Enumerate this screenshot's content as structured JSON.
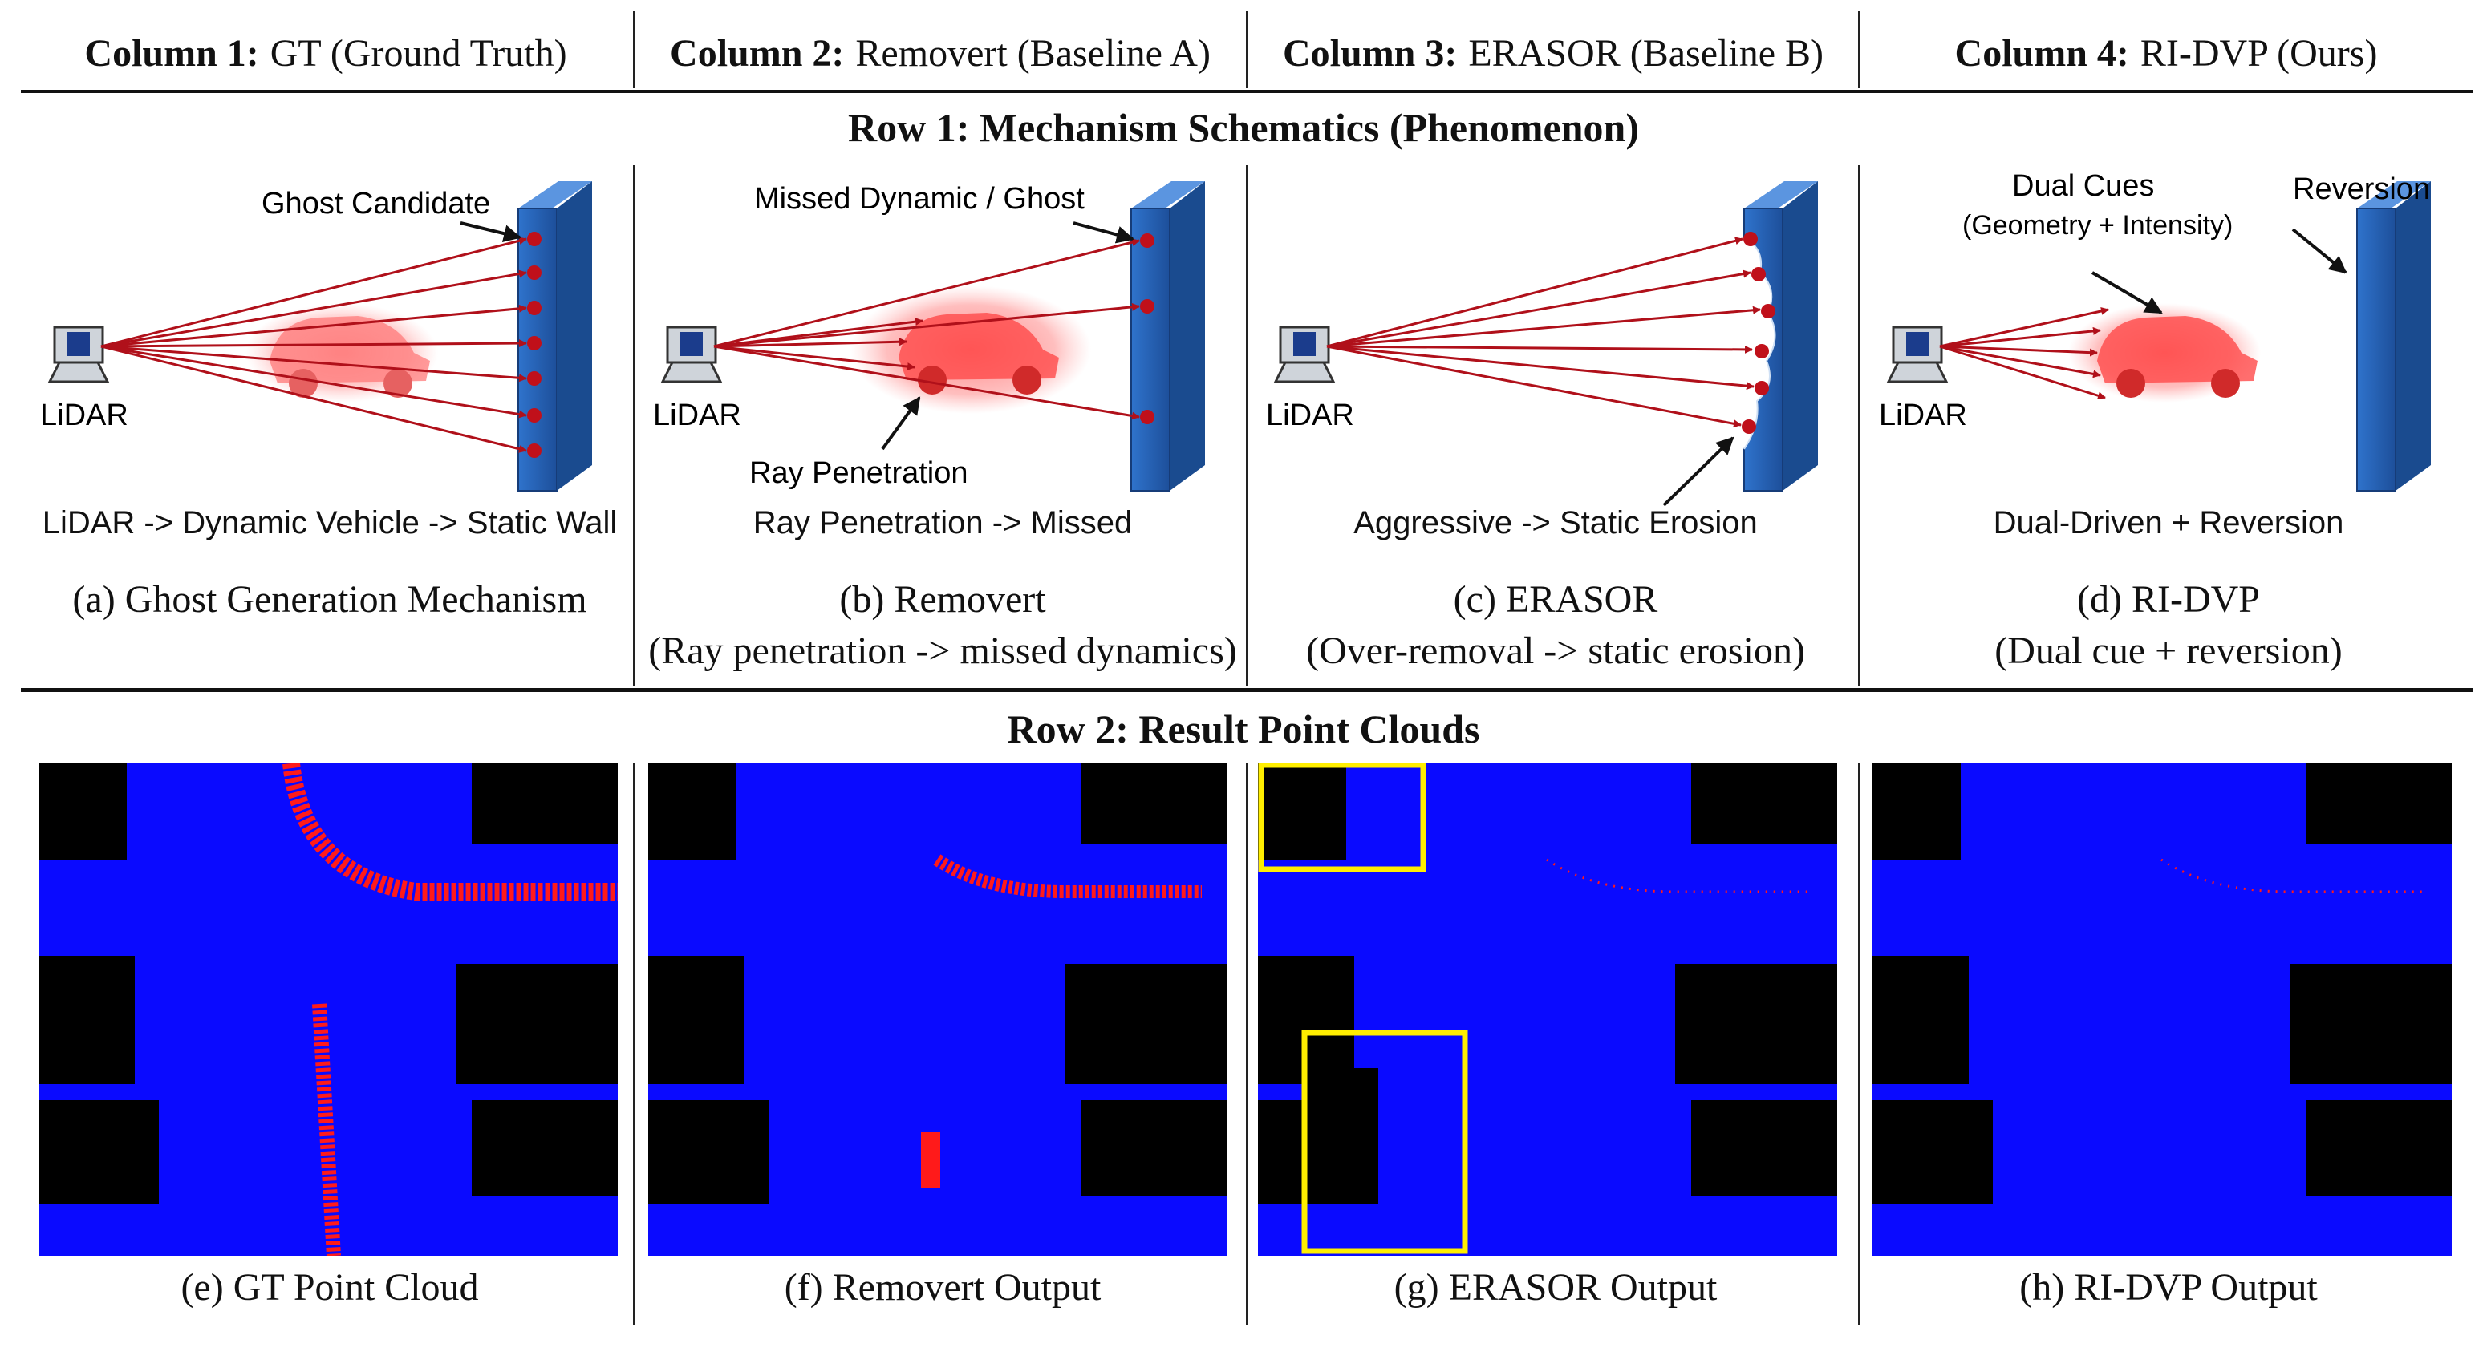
{
  "columns": [
    {
      "bold": "Column 1:",
      "text": "GT (Ground Truth)"
    },
    {
      "bold": "Column 2:",
      "text": "Removert (Baseline A)"
    },
    {
      "bold": "Column 3:",
      "text": "ERASOR (Baseline B)"
    },
    {
      "bold": "Column 4:",
      "text": "RI-DVP (Ours)"
    }
  ],
  "row1_title": "Row 1: Mechanism Schematics (Phenomenon)",
  "row2_title": "Row 2: Result Point Clouds",
  "schematics": [
    {
      "lidar_label": "LiDAR",
      "annotations": [
        "Ghost Candidate"
      ],
      "mechanism": "LiDAR -> Dynamic Vehicle -> Static Wall",
      "caption_line1": "(a) Ghost Generation Mechanism",
      "caption_line2": ""
    },
    {
      "lidar_label": "LiDAR",
      "annotations": [
        "Missed Dynamic / Ghost",
        "Ray Penetration"
      ],
      "mechanism": "Ray Penetration -> Missed",
      "caption_line1": "(b) Removert",
      "caption_line2": "(Ray penetration -> missed dynamics)"
    },
    {
      "lidar_label": "LiDAR",
      "annotations": [],
      "mechanism": "Aggressive -> Static Erosion",
      "caption_line1": "(c) ERASOR",
      "caption_line2": "(Over-removal -> static erosion)"
    },
    {
      "lidar_label": "LiDAR",
      "annotations": [
        "Dual Cues",
        "(Geometry + Intensity)",
        "Reversion"
      ],
      "mechanism": "Dual-Driven + Reversion",
      "caption_line1": "(d) RI-DVP",
      "caption_line2": "(Dual cue + reversion)"
    }
  ],
  "result_captions": [
    "(e) GT Point Cloud",
    "(f) Removert Output",
    "(g) ERASOR Output",
    "(h) RI-DVP Output"
  ],
  "colors": {
    "ray": "#b0101a",
    "wall": "#2e6fc4",
    "pointcloud_bg": "#0a0aff",
    "dynamic_points": "#ff1a1a",
    "highlight_box": "#ffee00"
  }
}
